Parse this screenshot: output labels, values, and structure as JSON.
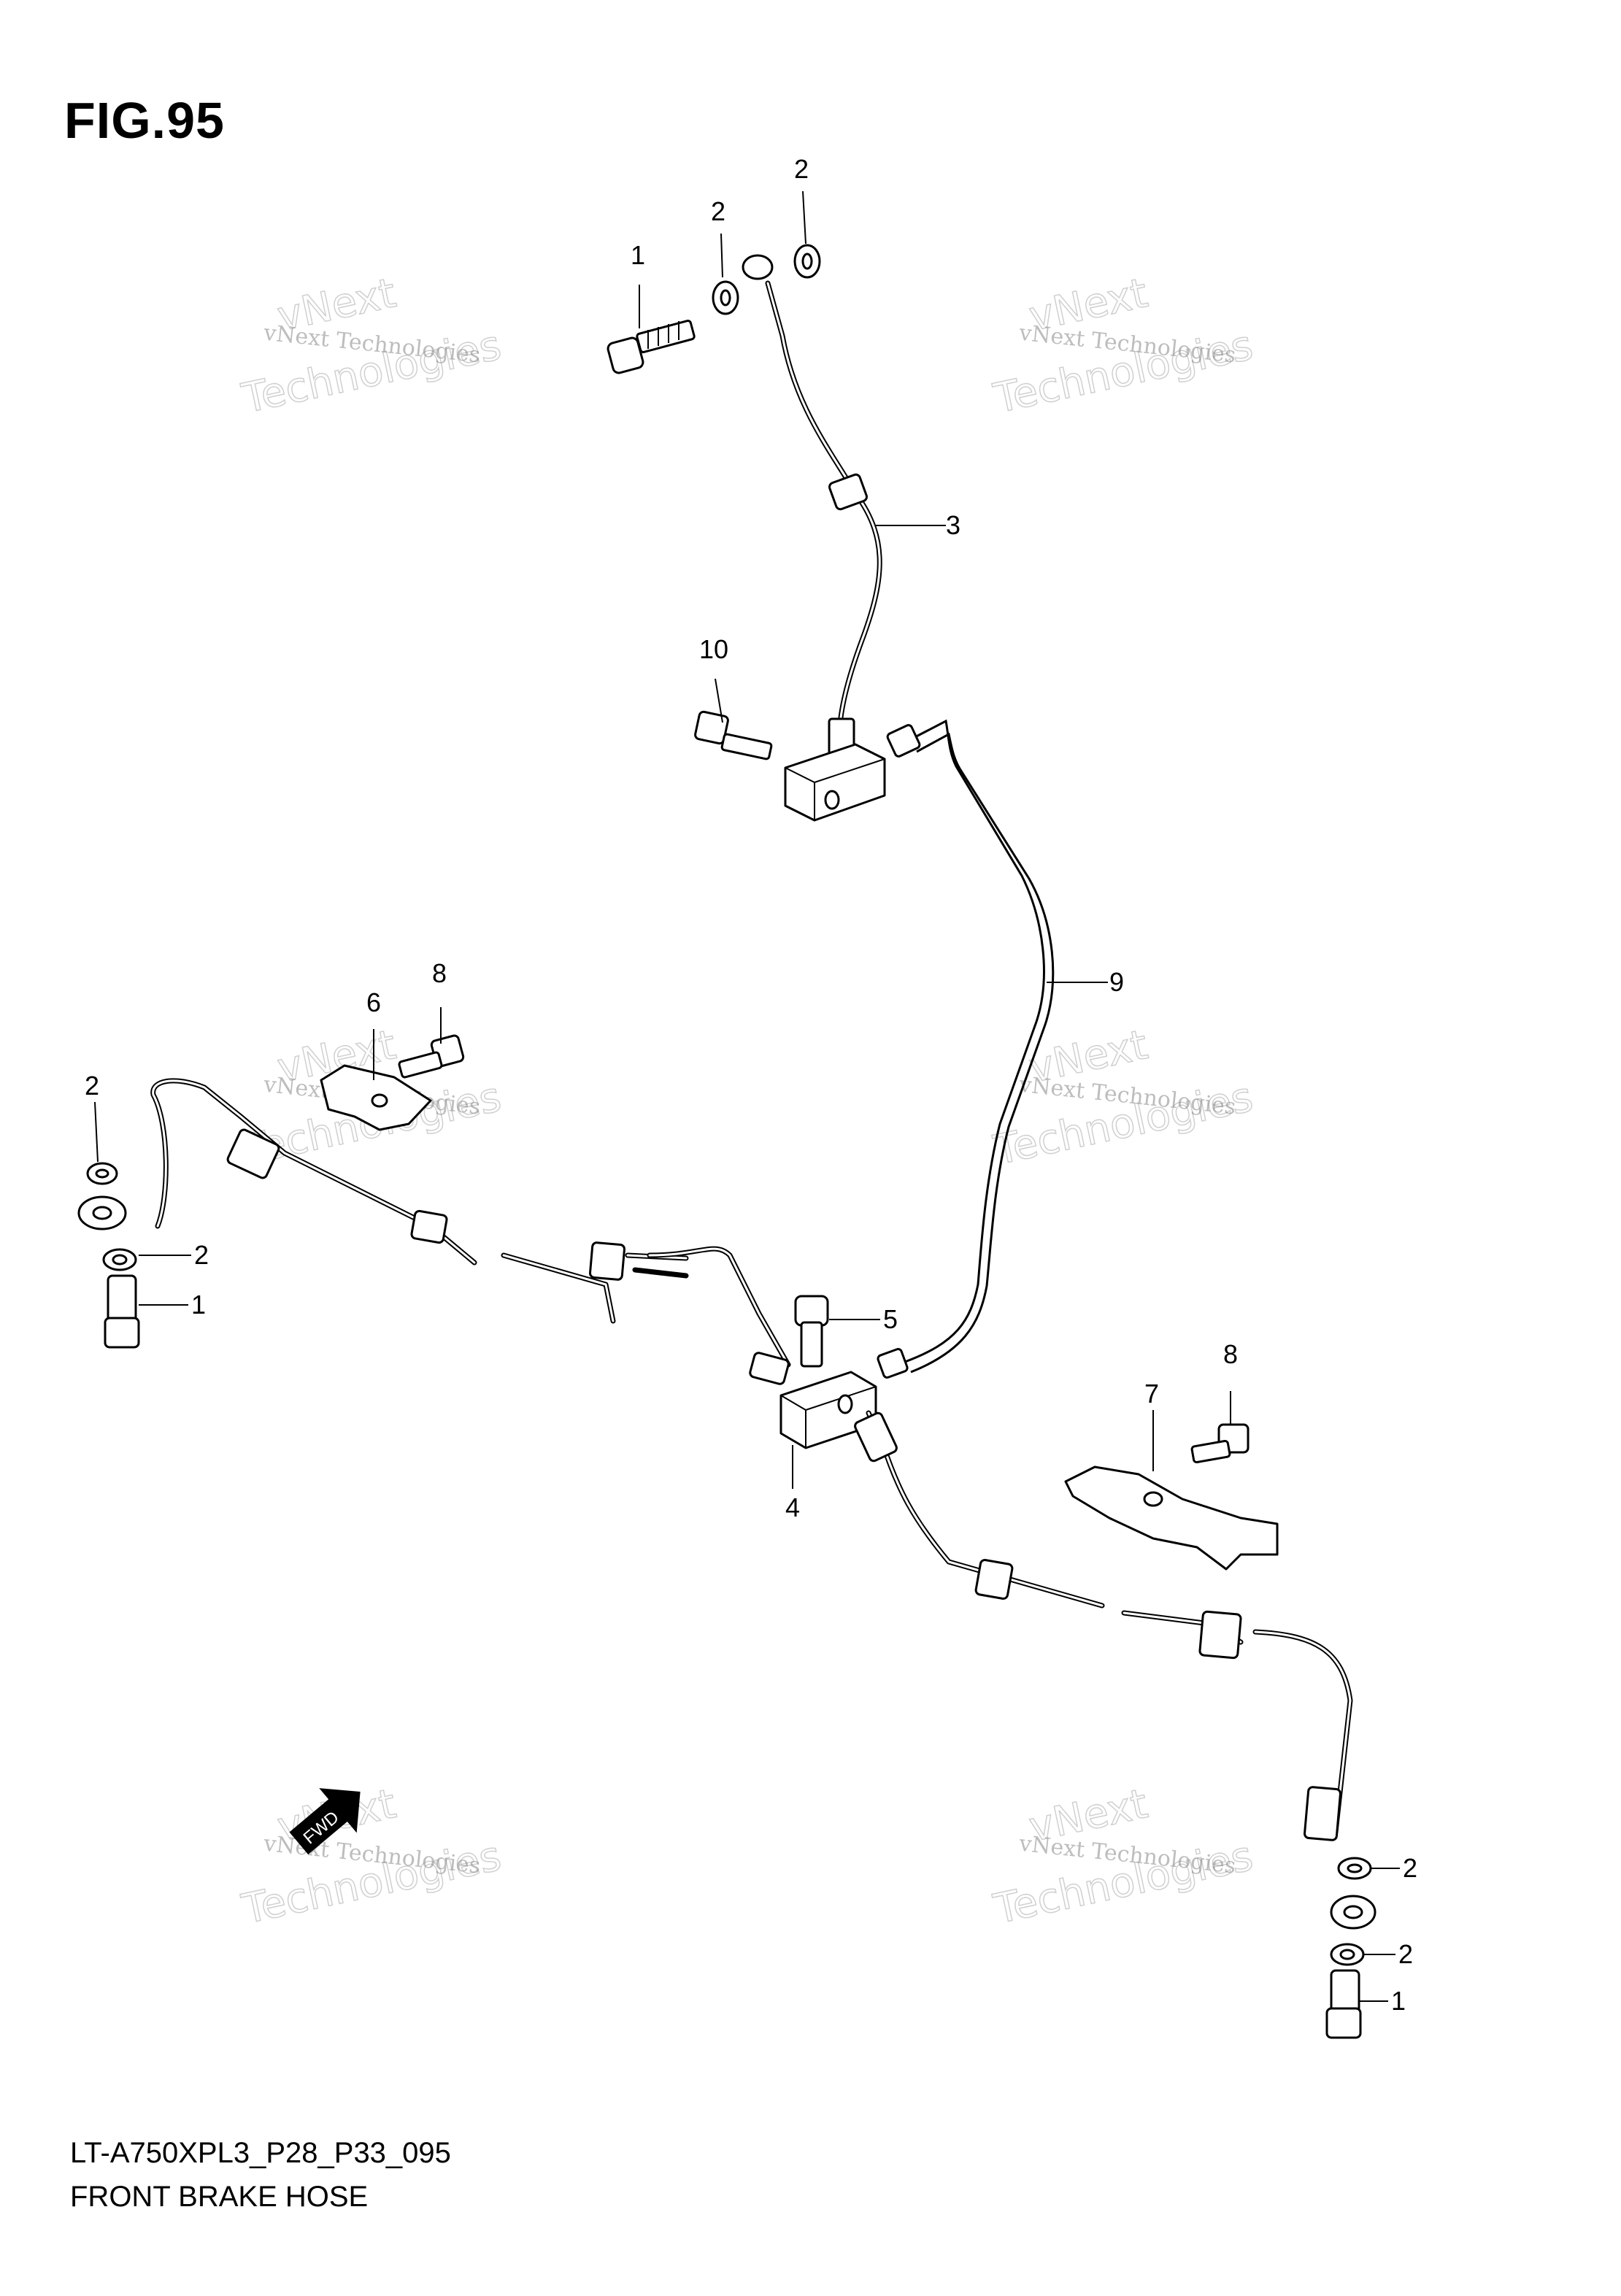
{
  "figure": {
    "title": "FIG.95",
    "model_code": "LT-A750XPL3_P28_P33_095",
    "name": "FRONT BRAKE HOSE"
  },
  "watermark": {
    "company": "vNext Technologies",
    "brand_line1": "vNext",
    "brand_line2": "Technologies"
  },
  "callouts": {
    "c1_top": "1",
    "c2_top_a": "2",
    "c2_top_b": "2",
    "c3": "3",
    "c10": "10",
    "c9": "9",
    "c6": "6",
    "c8_left": "8",
    "c2_left_a": "2",
    "c2_left_b": "2",
    "c1_left": "1",
    "c5": "5",
    "c4": "4",
    "c7": "7",
    "c8_right": "8",
    "c2_right_a": "2",
    "c2_right_b": "2",
    "c1_right": "1"
  },
  "fwd_arrow": {
    "label": "FWD"
  }
}
